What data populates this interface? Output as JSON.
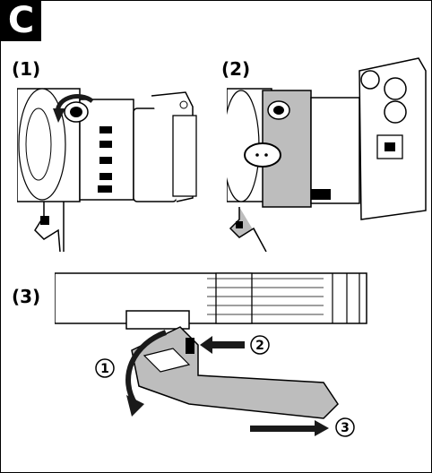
{
  "section_badge": "C",
  "steps": [
    {
      "label": "(1)"
    },
    {
      "label": "(2)"
    },
    {
      "label": "(3)"
    }
  ],
  "callouts": [
    "1",
    "2",
    "3"
  ],
  "colors": {
    "ink": "#000000",
    "collar_gray": "#bdbdbd",
    "arrow": "#1a1a1a"
  },
  "icons": [
    "rotate-arrow-icon",
    "push-arrow-icon",
    "slide-arrow-icon"
  ]
}
